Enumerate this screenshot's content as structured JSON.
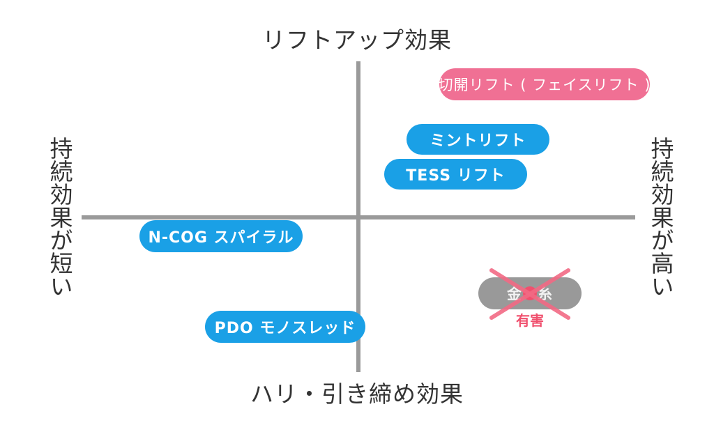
{
  "axes": {
    "top": "リフトアップ効果",
    "bottom": "ハリ・引き締め効果",
    "left": "持続効果が短い",
    "right": "持続効果が高い"
  },
  "items": [
    {
      "label": "切開リフト ( フェイスリフト )",
      "color": "#f07094"
    },
    {
      "label": "ミントリフト",
      "color": "#1aa0e6"
    },
    {
      "label": "TESS リフト",
      "color": "#1aa0e6"
    },
    {
      "label": "N-COG スパイラル",
      "color": "#1aa0e6"
    },
    {
      "label": "PDO モノスレッド",
      "color": "#1aa0e6"
    },
    {
      "label": "金の糸",
      "color": "#999999"
    }
  ],
  "warning": {
    "label": "有害",
    "color": "#f0506e"
  }
}
